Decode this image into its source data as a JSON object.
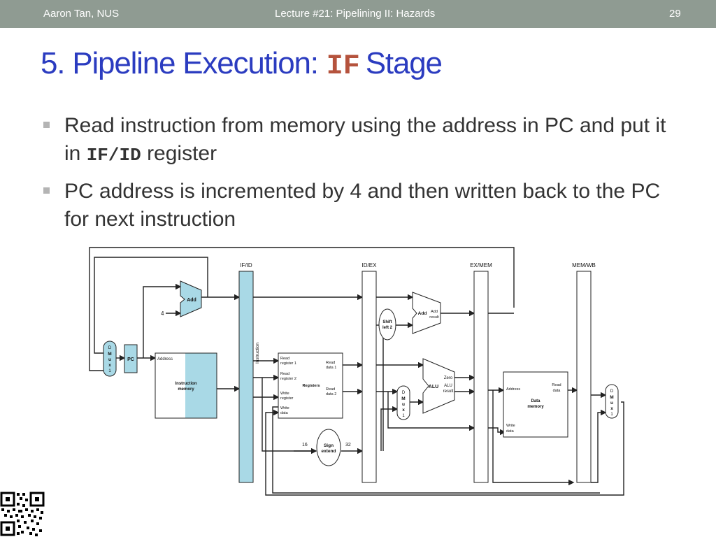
{
  "header": {
    "author": "Aaron Tan, NUS",
    "lecture": "Lecture #21: Pipelining II: Hazards",
    "page": "29"
  },
  "title": {
    "prefix": "5. Pipeline Execution:",
    "code": "IF",
    "suffix": "Stage"
  },
  "bullets": [
    {
      "text_before": "Read instruction from memory using the address in PC and put it in",
      "code": "IF/ID",
      "text_after": "register"
    },
    {
      "text": "PC address is incremented by 4 and then written back to the PC for next instruction"
    }
  ],
  "diagram": {
    "pipeline_registers": [
      "IF/ID",
      "ID/EX",
      "EX/MEM",
      "MEM/WB"
    ],
    "labels": {
      "add": "Add",
      "four": "4",
      "pc": "PC",
      "mux1": [
        "M",
        "u",
        "x"
      ],
      "mux_d": "D",
      "mux_one": "1",
      "address": "Address",
      "instruction_memory": [
        "Instruction",
        "memory"
      ],
      "instruction": "Instruction",
      "read_register_1": [
        "Read",
        "register 1"
      ],
      "read_register_2": [
        "Read",
        "register 2"
      ],
      "registers": "Registers",
      "write_register": [
        "Write",
        "register"
      ],
      "write_data": [
        "Write",
        "data"
      ],
      "read_data_1": [
        "Read",
        "data 1"
      ],
      "read_data_2": [
        "Read",
        "data 2"
      ],
      "shift_left_2": [
        "Shift",
        "left 2"
      ],
      "add_result": [
        "Add",
        "result"
      ],
      "alu": "ALU",
      "zero": "Zero",
      "alu_result": [
        "ALU",
        "result"
      ],
      "data_address": "Address",
      "data_memory": [
        "Data",
        "memory"
      ],
      "data_read": [
        "Read",
        "data"
      ],
      "data_write": [
        "Write",
        "data"
      ],
      "sign_extend": [
        "Sign",
        "extend"
      ],
      "sixteen": "16",
      "thirty_two": "32"
    }
  },
  "colors": {
    "header_bg": "#8f9b92",
    "title": "#2b3cc0",
    "title_code": "#b5533d",
    "highlight": "#a9d9e6"
  }
}
